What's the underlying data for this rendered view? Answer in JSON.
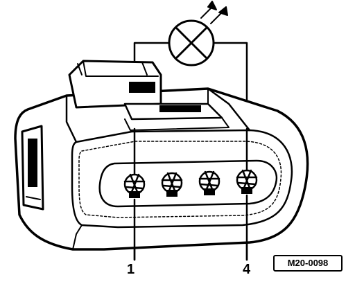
{
  "diagram": {
    "pin_labels": {
      "pin1": "1",
      "pin4": "4"
    },
    "figure_ref": "M20-0098",
    "lamp_icon": "test-lamp-icon",
    "connector_icon": "four-pin-connector-icon",
    "colors": {
      "ink": "#000000",
      "paper": "#ffffff"
    }
  }
}
